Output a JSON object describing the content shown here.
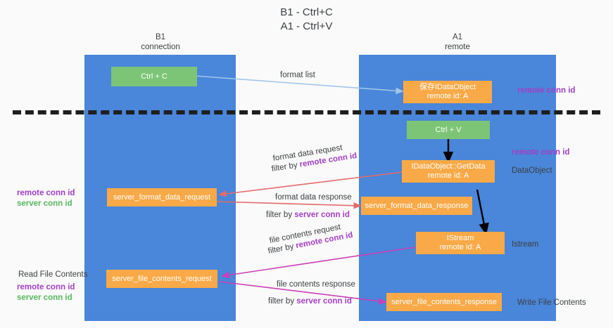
{
  "title": {
    "line1": "B1 - Ctrl+C",
    "line2": "A1 - Ctrl+V"
  },
  "columns": [
    {
      "name": "B1",
      "sub": "connection"
    },
    {
      "name": "A1",
      "sub": "remote"
    }
  ],
  "nodes": {
    "ctrl_c": {
      "label": "Ctrl + C"
    },
    "save_idataobject": {
      "line1": "保存IDataObject",
      "line2": "remote id: A"
    },
    "ctrl_v": {
      "label": "Ctrl + V"
    },
    "getdata": {
      "line1": "IDataObject::GetData",
      "line2": "remote id: A"
    },
    "server_format_data_request": {
      "label": "server_format_data_request"
    },
    "server_format_data_response": {
      "label": "server_format_data_response"
    },
    "istream": {
      "line1": "IStream",
      "line2": "remote id: A"
    },
    "server_file_contents_request": {
      "label": "server_file_contents_request"
    },
    "server_file_contents_response": {
      "label": "server_file_contents_response"
    }
  },
  "edges": {
    "format_list": {
      "label": "format list"
    },
    "format_data_request": {
      "label": "format data request",
      "filter_prefix": "filter by ",
      "filter_key": "remote conn id"
    },
    "format_data_response": {
      "label": "format data response",
      "filter_prefix": "filter by ",
      "filter_key": "server conn id"
    },
    "file_contents_request": {
      "label": "file contents request",
      "filter_prefix": "filter by ",
      "filter_key": "remote conn id"
    },
    "file_contents_response": {
      "label": "file contents response",
      "filter_prefix": "filter by ",
      "filter_key": "server conn id"
    }
  },
  "annotations": {
    "right_top_remote_conn_id": "remote conn id",
    "right_mid_remote_conn_id": "remote conn id",
    "right_dataobject": "DataObject",
    "right_istream": "Istream",
    "right_write_file_contents": "Write File Contents",
    "left_remote_conn_id": "remote conn id",
    "left_server_conn_id": "server conn id",
    "left_read_file_contents": "Read File Contents",
    "left_read_remote_conn_id": "remote conn id",
    "left_read_server_conn_id": "server conn id"
  },
  "colors": {
    "lane": "#4a86d9",
    "green_node": "#7cc576",
    "orange_node": "#f9a947",
    "purple_text": "#a33ec4",
    "green_text": "#57b85e",
    "arrow_blue": "#9fc6ea",
    "arrow_red": "#e46b6b",
    "arrow_magenta": "#cc3fb8",
    "arrow_black": "#000000",
    "background": "#fafafa"
  }
}
